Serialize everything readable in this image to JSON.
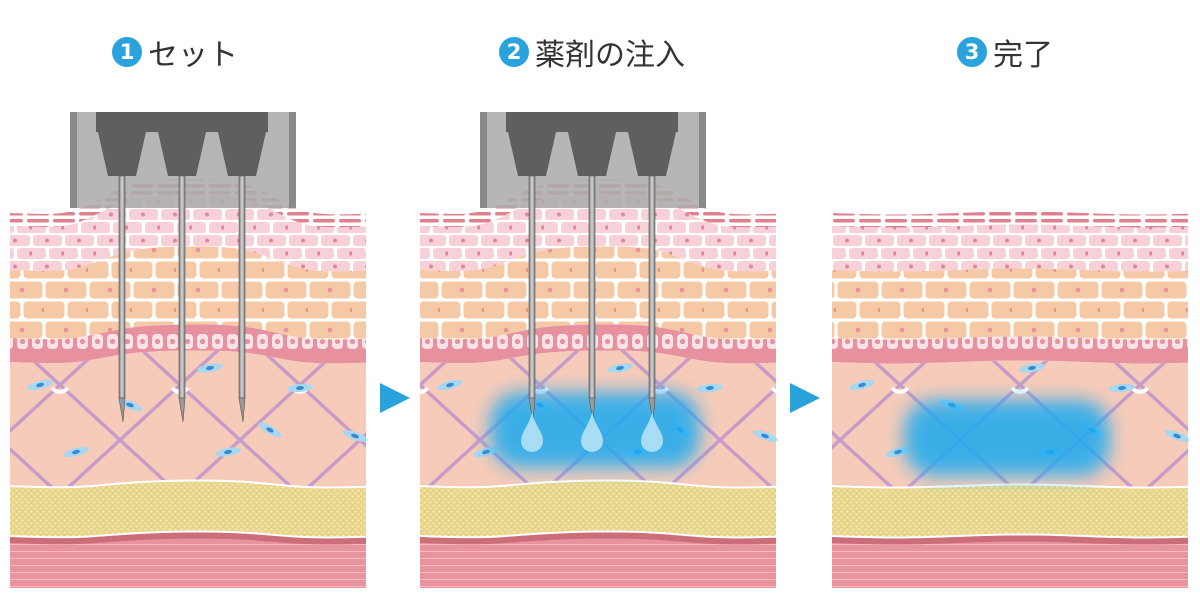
{
  "steps": [
    {
      "number": "1",
      "label": "セット"
    },
    {
      "number": "2",
      "label": "薬剤の注入"
    },
    {
      "number": "3",
      "label": "完了"
    }
  ],
  "colors": {
    "accent": "#2aa2dc",
    "injection": "#3bb8ef",
    "device_dark": "#5f5f5f",
    "device_light": "#acacac"
  }
}
